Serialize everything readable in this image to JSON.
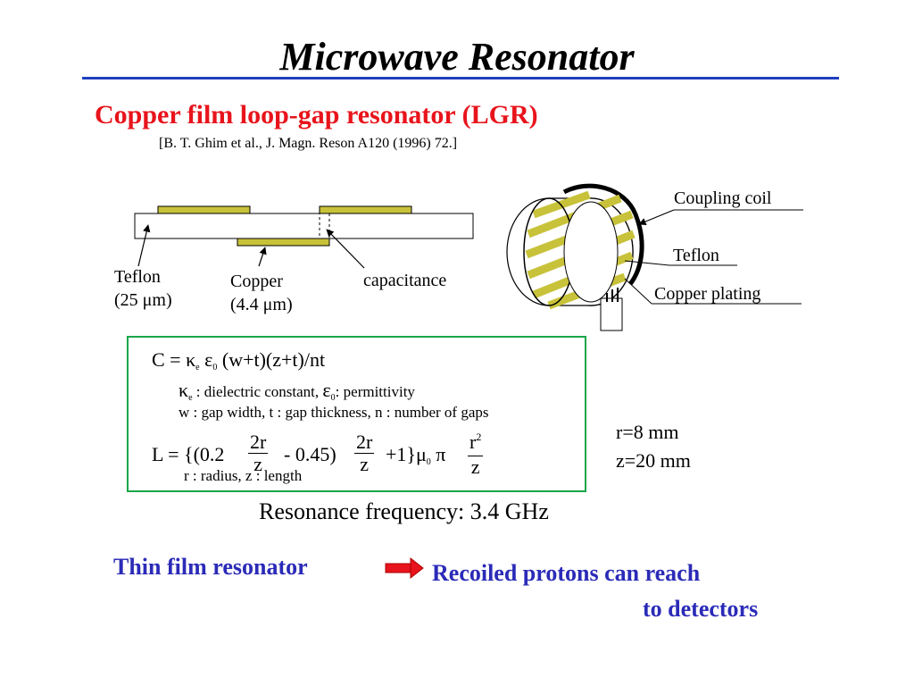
{
  "slide": {
    "title": "Microwave Resonator",
    "subtitle": "Copper film loop-gap resonator (LGR)",
    "reference": "[B. T. Ghim et al., J. Magn. Reson A120 (1996) 72.]"
  },
  "cross_section": {
    "teflon_label_1": "Teflon",
    "teflon_label_2": "(25 μm)",
    "copper_label_1": "Copper",
    "copper_label_2": "(4.4 μm)",
    "capacitance_label": "capacitance"
  },
  "cylinder_diagram": {
    "coupling_coil_label": "Coupling coil",
    "teflon_label": "Teflon",
    "copper_plating_label": "Copper plating"
  },
  "formulas": {
    "c_lhs": "C = κ",
    "c_sub_e": "e",
    "c_eps": " ε",
    "c_sub_0": "0",
    "c_rest": "  (w+t)(z+t)/nt",
    "kappa": "κ",
    "kappa_sub": "e",
    "kappa_desc": " : dielectric constant,  ",
    "eps": "ε",
    "eps_sub": "0",
    "eps_desc": ": permittivity",
    "gap_desc": "w : gap width, t : gap thickness, n : number of gaps",
    "l_part1": "L = {(0.2",
    "frac1_num": "2r",
    "frac1_den": "z",
    "l_part2": " - 0.45)",
    "frac2_num": "2r",
    "frac2_den": "z",
    "l_part3": "+1}μ",
    "mu_sub": "0",
    "l_pi": " π",
    "frac3_num": "r",
    "frac3_sup": "2",
    "frac3_den": "z",
    "r_desc": "r : radius, z : length"
  },
  "params": {
    "r": "r=8 mm",
    "z": "z=20 mm"
  },
  "resonance": "Resonance frequency: 3.4 GHz",
  "conclusion": {
    "left": "Thin film resonator",
    "right_line1": "Recoiled protons can reach",
    "right_line2": "to detectors"
  },
  "colors": {
    "title_rule": "#1f3fbf",
    "subtitle": "#e8141c",
    "copper_film": "#c8c23a",
    "formula_border": "#19a64a",
    "conclusion_text": "#2b2bb8",
    "arrow": "#e8141c"
  }
}
